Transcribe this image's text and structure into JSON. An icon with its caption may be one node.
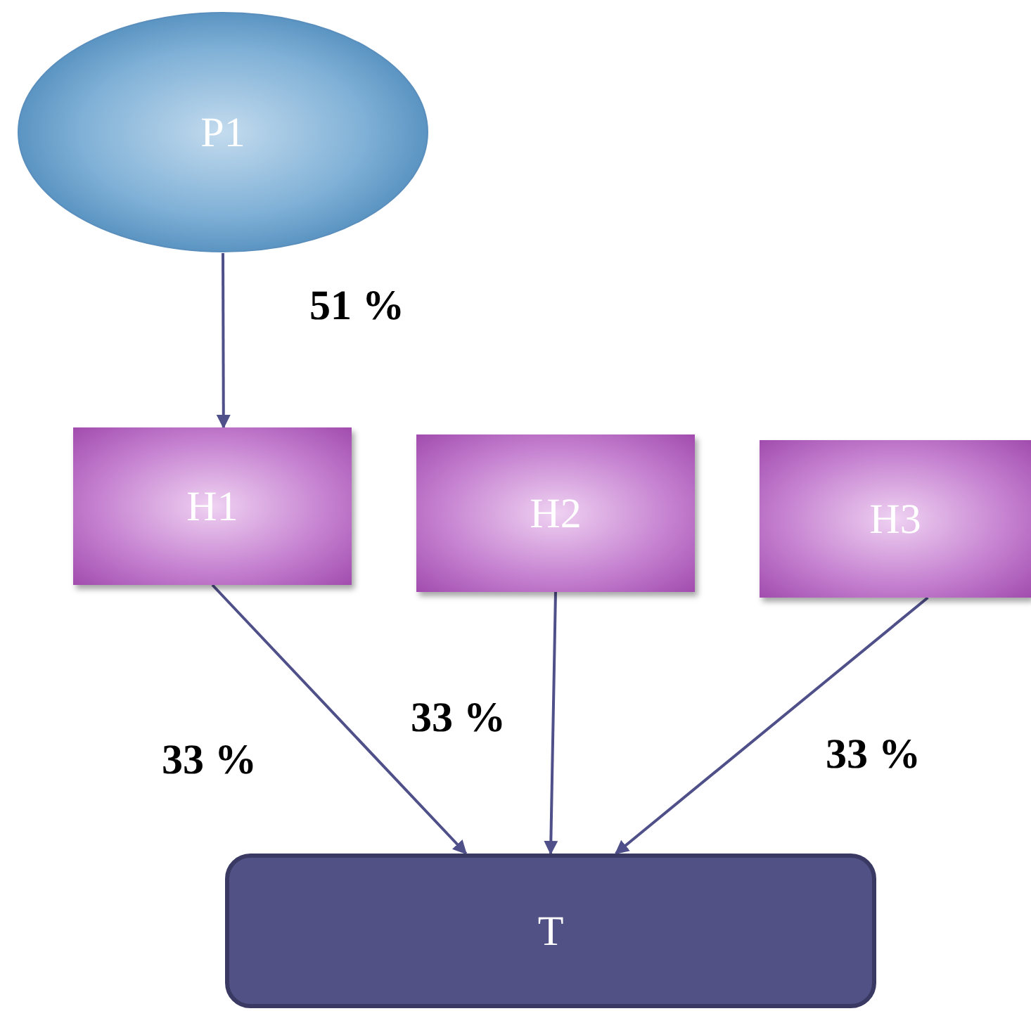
{
  "diagram": {
    "nodes": [
      {
        "text": [
          "P1"
        ]
      },
      {
        "text": [
          "H1"
        ]
      },
      {
        "text": [
          "H2"
        ]
      },
      {
        "text": [
          "H3"
        ]
      },
      {
        "text": [
          "T"
        ]
      }
    ],
    "edges": [
      {
        "from": 0,
        "to": 1,
        "arrow": "to",
        "label": "51 %"
      },
      {
        "from": 1,
        "to": 4,
        "arrow": "to",
        "label": "33 %"
      },
      {
        "from": 2,
        "to": 4,
        "arrow": "to",
        "label": "33 %"
      },
      {
        "from": 3,
        "to": 4,
        "arrow": "to",
        "label": "33 %"
      }
    ]
  }
}
